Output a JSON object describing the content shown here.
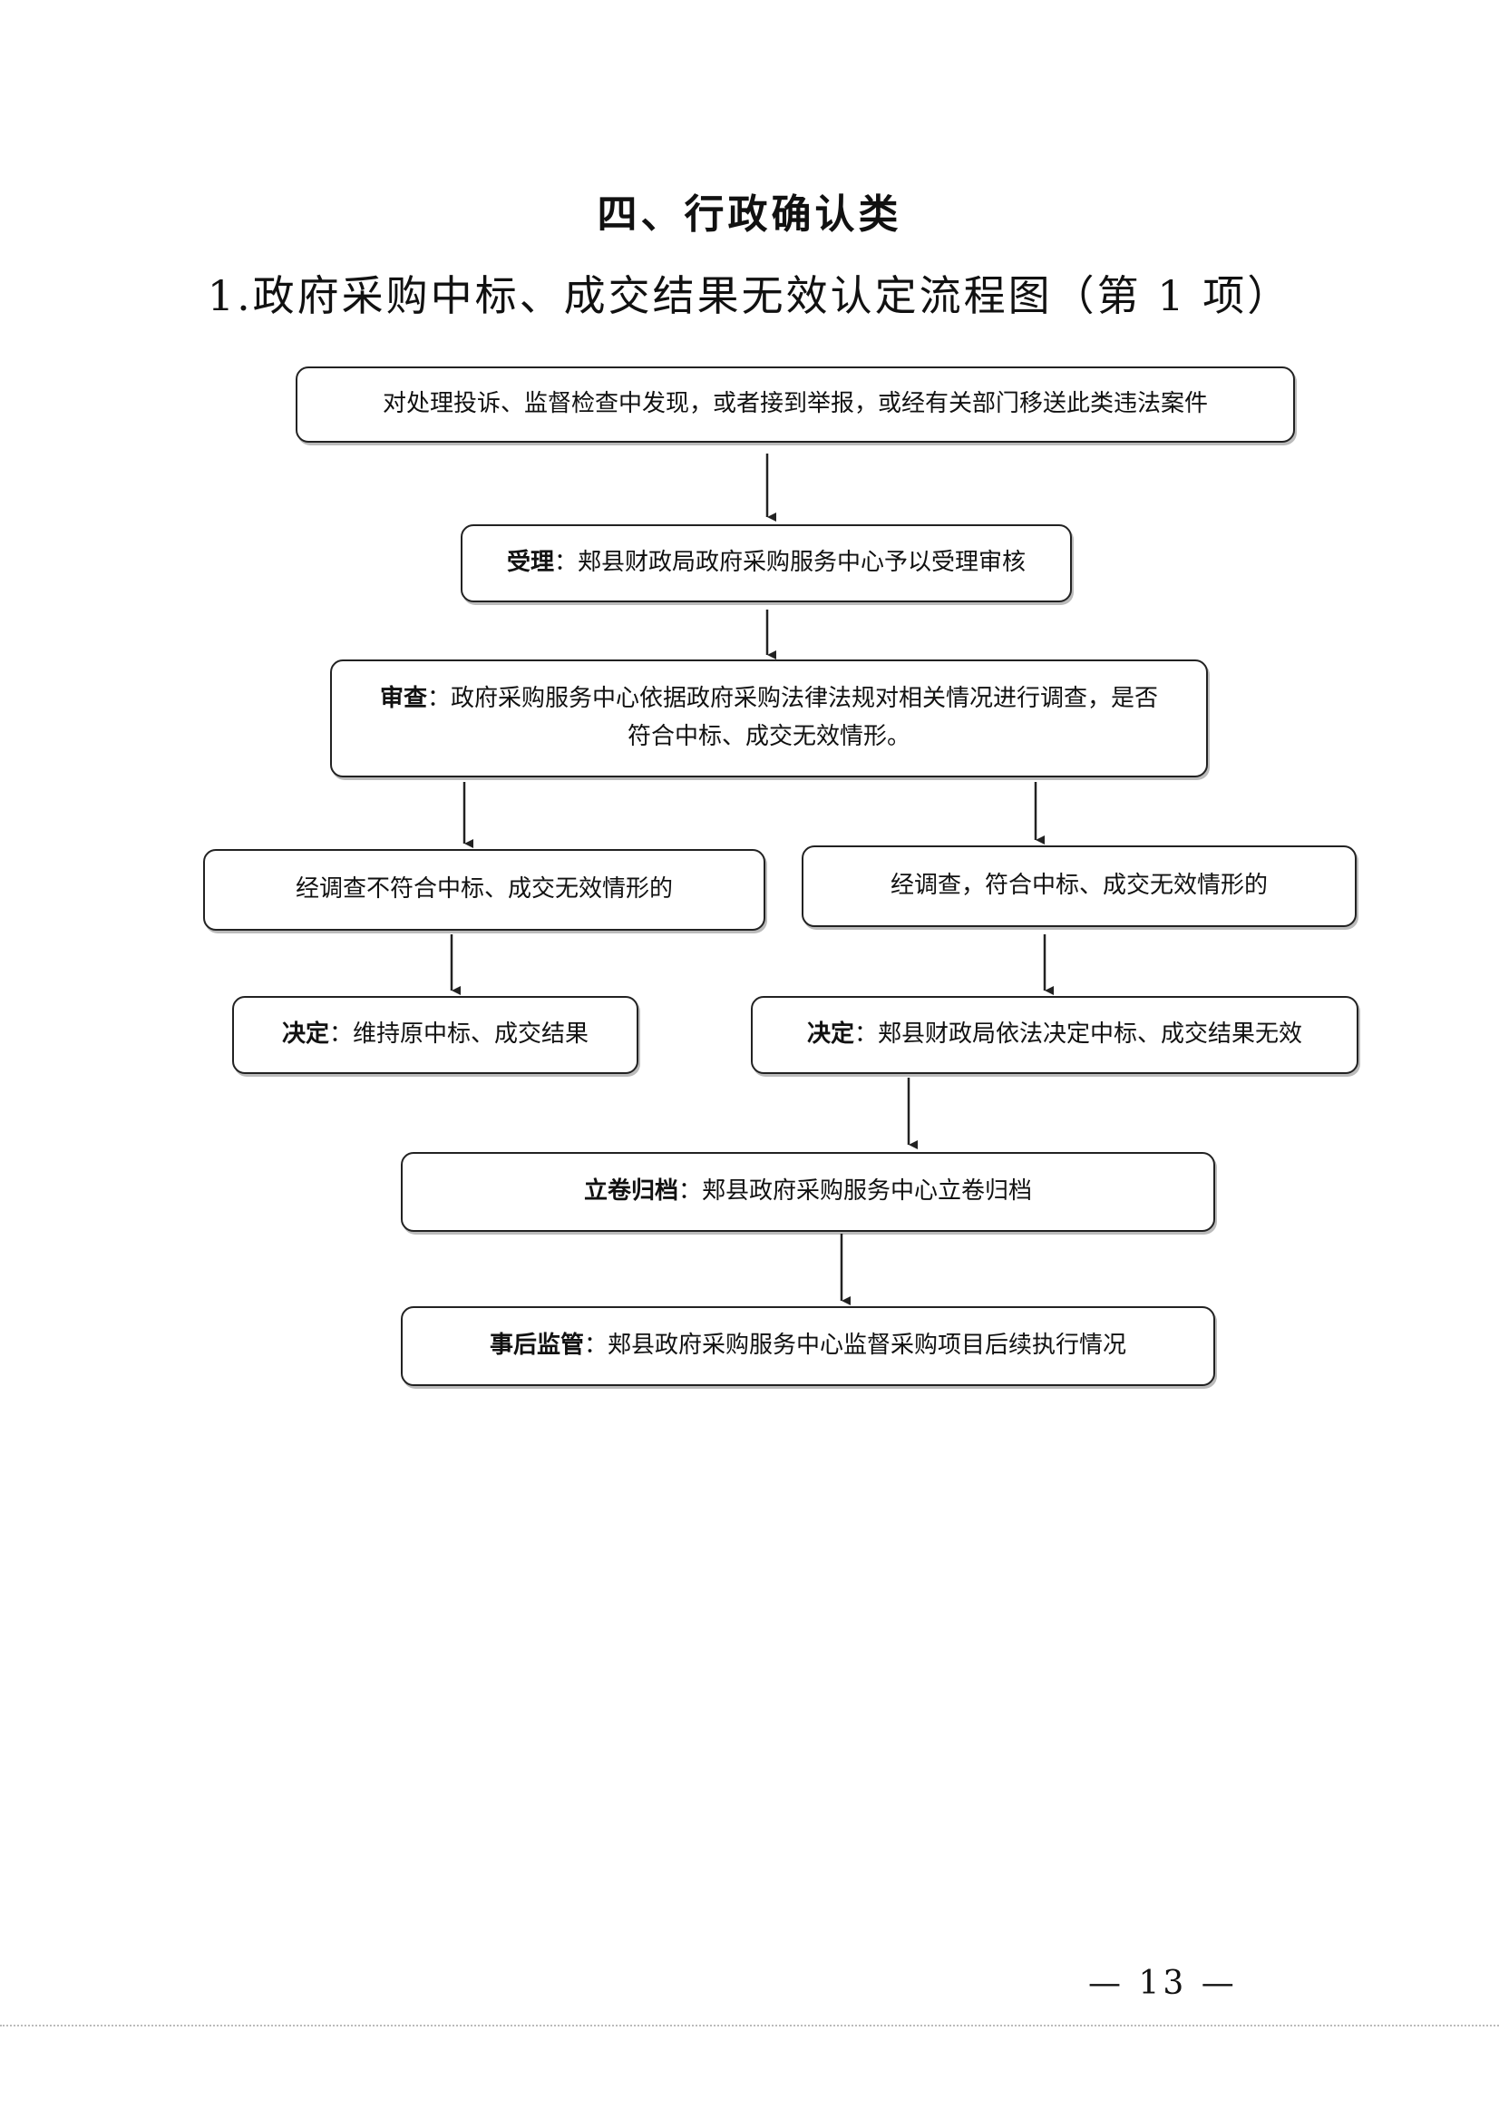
{
  "heading": "四、行政确认类",
  "title": "1.政府采购中标、成交结果无效认定流程图（第 1 项）",
  "nodes": {
    "start": {
      "text": "对处理投诉、监督检查中发现，或者接到举报，或经有关部门移送此类违法案件"
    },
    "accept": {
      "label": "受理",
      "text": "：郏县财政局政府采购服务中心予以受理审核"
    },
    "review": {
      "label": "审查",
      "text": "：政府采购服务中心依据政府采购法律法规对相关情况进行调查，是否符合中标、成交无效情形。"
    },
    "not_match": {
      "text": "经调查不符合中标、成交无效情形的"
    },
    "match": {
      "text": "经调查，符合中标、成交无效情形的"
    },
    "decision_keep": {
      "label": "决定",
      "text": "：维持原中标、成交结果"
    },
    "decision_invalid": {
      "label": "决定",
      "text": "：郏县财政局依法决定中标、成交结果无效"
    },
    "archive": {
      "label": "立卷归档",
      "text": "：郏县政府采购服务中心立卷归档"
    },
    "supervise": {
      "label": "事后监管",
      "text": "：郏县政府采购服务中心监督采购项目后续执行情况"
    }
  },
  "edges": [
    [
      "start",
      "accept"
    ],
    [
      "accept",
      "review"
    ],
    [
      "review",
      "not_match"
    ],
    [
      "review",
      "match"
    ],
    [
      "not_match",
      "decision_keep"
    ],
    [
      "match",
      "decision_invalid"
    ],
    [
      "decision_invalid",
      "archive"
    ],
    [
      "archive",
      "supervise"
    ]
  ],
  "page_number": "— 13 —"
}
